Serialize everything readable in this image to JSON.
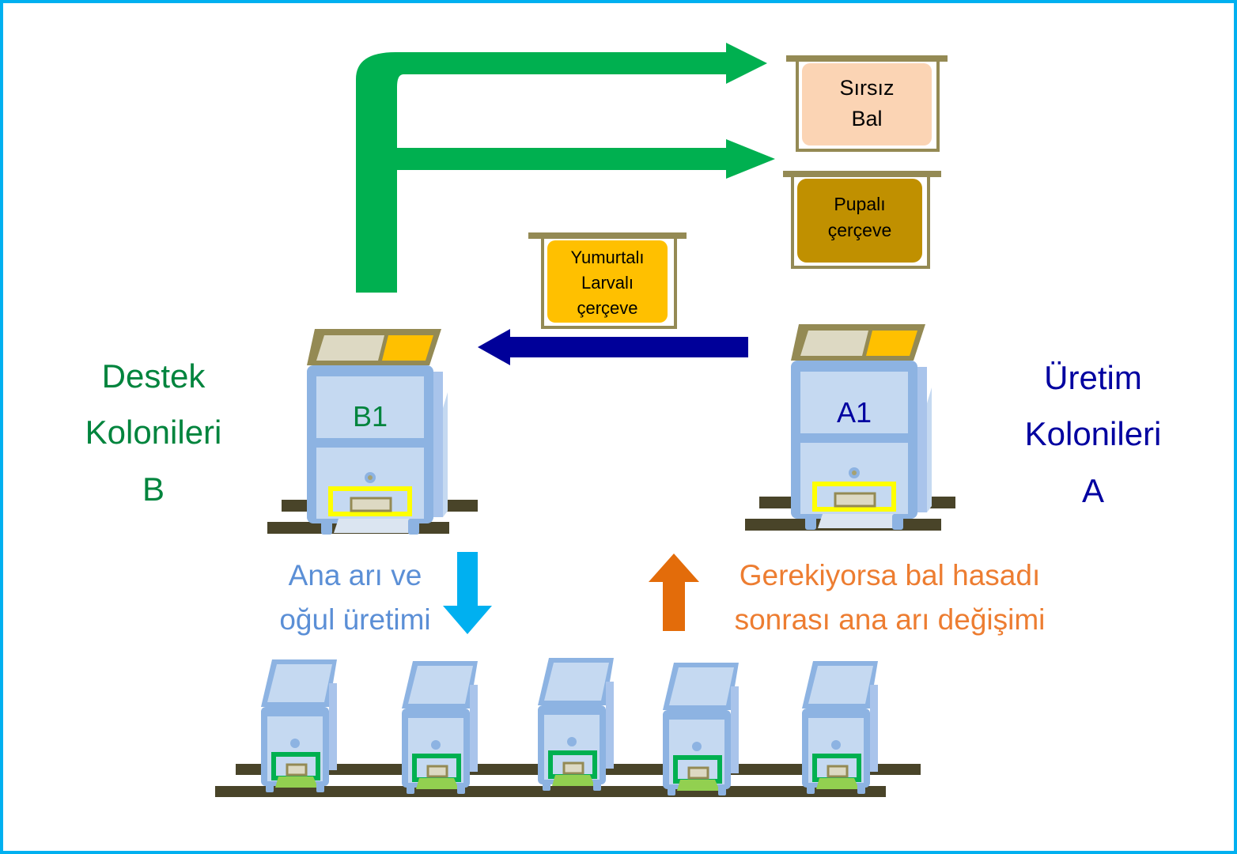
{
  "colors": {
    "border": "#00b0f0",
    "green_arrow": "#00b050",
    "navy_arrow": "#000099",
    "light_blue_arrow": "#00b0f0",
    "orange_arrow": "#e36c0a",
    "support_text": "#00843d",
    "production_text": "#0000a0",
    "queen_text": "#5b8fd6",
    "harvest_text": "#ed7d31",
    "hive_body": "#c5d9f1",
    "hive_edge": "#8db3e2",
    "frame_wood": "#948a54",
    "honey_frame": "#fbd4b4",
    "pupa_frame": "#c09000",
    "egg_frame": "#ffc000"
  },
  "frames": {
    "honey": {
      "line1": "Sırsız",
      "line2": "Bal"
    },
    "pupa": {
      "line1": "Pupalı",
      "line2": "çerçeve"
    },
    "egg": {
      "line1": "Yumurtalı",
      "line2": "Larvalı",
      "line3": "çerçeve"
    }
  },
  "support_group": {
    "line1": "Destek",
    "line2": "Kolonileri",
    "line3": "B"
  },
  "production_group": {
    "line1": "Üretim",
    "line2": "Kolonileri",
    "line3": "A"
  },
  "hives": {
    "b1": "B1",
    "a1": "A1"
  },
  "queen_label": {
    "line1": "Ana arı ve",
    "line2": "oğul üretimi"
  },
  "harvest_label": {
    "line1": "Gerekiyorsa bal hasadı",
    "line2": "sonrası ana arı değişimi"
  },
  "nucleus_count": 5
}
